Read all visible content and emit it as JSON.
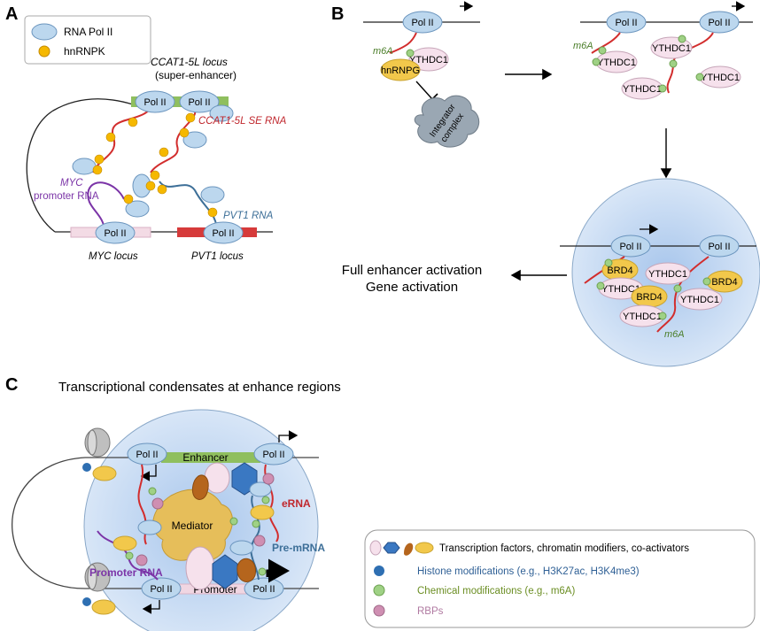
{
  "panel_a": {
    "label": "A",
    "legend": {
      "rnapol": "RNA Pol II",
      "hnrnpk": "hnRNPK"
    },
    "locus_title": "CCAT1-5L locus",
    "locus_subtitle": "(super-enhancer)",
    "pol": "Pol II",
    "se_rna": "CCAT1-5L SE RNA",
    "myc_label_1": "MYC",
    "myc_label_2": "promoter RNA",
    "pvt1_rna": "PVT1 RNA",
    "myc_locus": "MYC locus",
    "pvt1_locus": "PVT1 locus"
  },
  "panel_b": {
    "label": "B",
    "pol": "Pol II",
    "m6a": "m6A",
    "ythdc1": "YTHDC1",
    "hnrnpg": "hnRNPG",
    "integrator_1": "Integrator",
    "integrator_2": "complex",
    "brd4": "BRD4",
    "outcome_1": "Full enhancer activation",
    "outcome_2": "Gene activation"
  },
  "panel_c": {
    "label": "C",
    "title": "Transcriptional condensates at enhance regions",
    "pol": "Pol II",
    "enhancer": "Enhancer",
    "promoter": "Promoter",
    "mediator": "Mediator",
    "erna": "eRNA",
    "pre_mrna": "Pre-mRNA",
    "promoter_rna": "Promoter RNA",
    "legend": [
      {
        "text": "Transcription factors, chromatin modifiers, co-activators",
        "color": "#000000"
      },
      {
        "text": "Histone modifications (e.g., H3K27ac, H3K4me3)",
        "color": "#2e5f95"
      },
      {
        "text": "Chemical modifications (e.g., m6A)",
        "color": "#6b8e23"
      },
      {
        "text": "RBPs",
        "color": "#b07aa1"
      }
    ]
  },
  "colors": {
    "pol_fill": "#bcd7ee",
    "pol_stroke": "#6b95be",
    "hnrnpk": "#f5b800",
    "enhancer_bar": "#8fbf5e",
    "rna_red": "#d22d2d",
    "rna_purple": "#7b34a7",
    "rna_blue": "#3d6f98",
    "ythdc1": "#f6e1ec",
    "brd4": "#f2c84b",
    "m6a_dot": "#9fd185",
    "rbp": "#cf8fb2"
  }
}
